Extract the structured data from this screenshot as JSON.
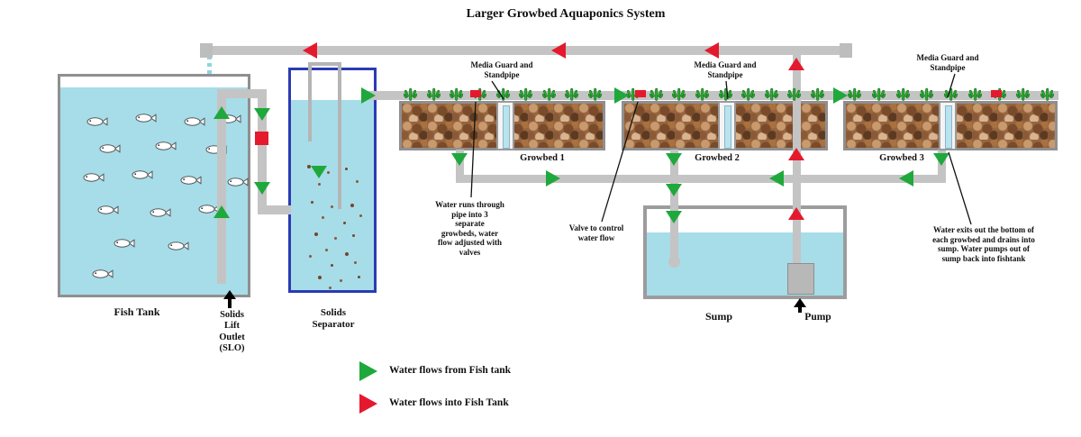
{
  "title": "Larger Growbed Aquaponics System",
  "labels": {
    "fish_tank": "Fish Tank",
    "slo": "Solids\nLift\nOutlet\n(SLO)",
    "solids_separator": "Solids\nSeparator",
    "growbed_1": "Growbed 1",
    "growbed_2": "Growbed 2",
    "growbed_3": "Growbed 3",
    "media_guard_1": "Media Guard and\nStandpipe",
    "media_guard_2": "Media Guard and\nStandpipe",
    "media_guard_3": "Media Guard and\nStandpipe",
    "sump": "Sump",
    "pump": "Pump"
  },
  "annotations": {
    "water_runs": "Water runs through\npipe into 3\nseparate\ngrowbeds, water\nflow adjusted with\nvalves",
    "valve_control": "Valve to control\nwater flow",
    "water_exits": "Water exits out the bottom of\neach growbed and drains into\nsump. Water pumps out of\nsump back into fishtank"
  },
  "legend": {
    "from_fish_tank": "Water flows from Fish tank",
    "into_fish_tank": "Water flows into Fish Tank"
  },
  "colors": {
    "flow_green": "#1fa83c",
    "flow_red": "#e5192d",
    "water": "#a6dde9",
    "pipe": "#c4c4c4"
  }
}
